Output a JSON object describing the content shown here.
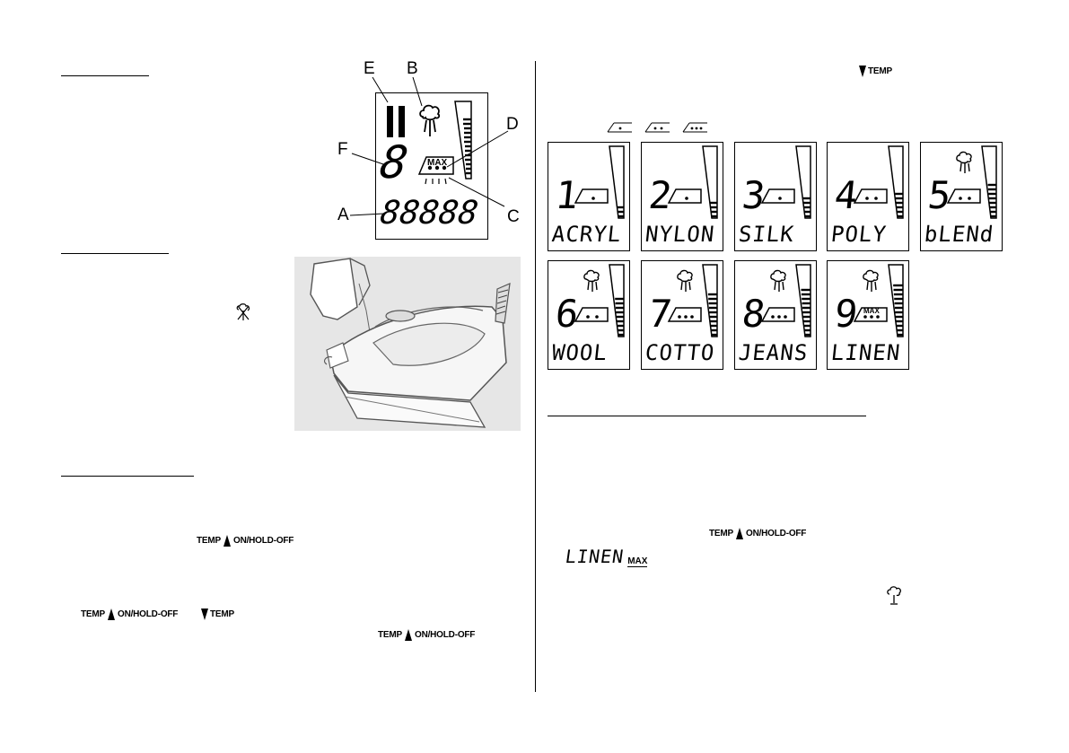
{
  "diagram": {
    "callouts": [
      "E",
      "B",
      "D",
      "F",
      "C",
      "A"
    ],
    "display": {
      "digit": "8",
      "segments": "88888",
      "max_label": "MAX"
    }
  },
  "buttons": {
    "temp_down": "TEMP",
    "temp_up": "TEMP",
    "on_hold_off": "ON/HOLD-OFF"
  },
  "panels": [
    {
      "num": "1",
      "word": "ACRYL",
      "dots": 1,
      "steam": false,
      "max": false,
      "bars": 3
    },
    {
      "num": "2",
      "word": "NYLON",
      "dots": 1,
      "steam": false,
      "max": false,
      "bars": 4
    },
    {
      "num": "3",
      "word": "SILK",
      "dots": 1,
      "steam": false,
      "max": false,
      "bars": 5
    },
    {
      "num": "4",
      "word": "POLY",
      "dots": 2,
      "steam": false,
      "max": false,
      "bars": 6
    },
    {
      "num": "5",
      "word": "bLENd",
      "dots": 2,
      "steam": true,
      "max": false,
      "bars": 8
    },
    {
      "num": "6",
      "word": "WOOL",
      "dots": 2,
      "steam": true,
      "max": false,
      "bars": 9
    },
    {
      "num": "7",
      "word": "COTTO",
      "dots": 3,
      "steam": true,
      "max": false,
      "bars": 10
    },
    {
      "num": "8",
      "word": "JEANS",
      "dots": 3,
      "steam": true,
      "max": false,
      "bars": 11
    },
    {
      "num": "9",
      "word": "LINEN",
      "dots": 3,
      "steam": true,
      "max": true,
      "bars": 12
    }
  ],
  "linen_text": {
    "word": "LINEN",
    "max": "MAX"
  }
}
